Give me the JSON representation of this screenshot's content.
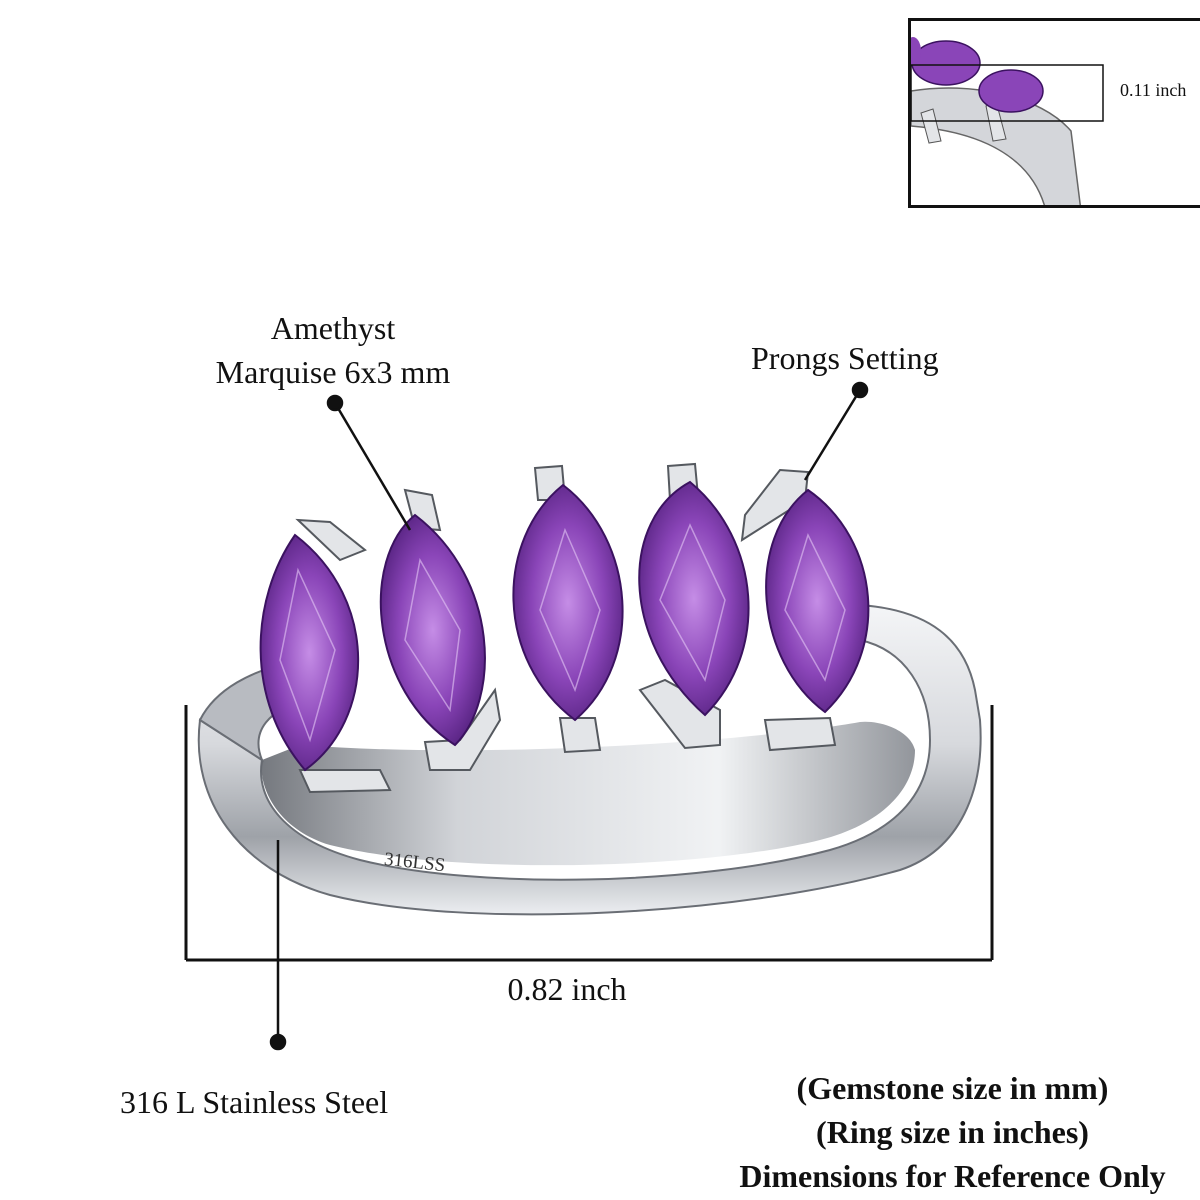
{
  "callouts": {
    "gemstone_line1": "Amethyst",
    "gemstone_line2": "Marquise 6x3 mm",
    "setting": "Prongs Setting",
    "metal": "316 L Stainless Steel"
  },
  "dimensions": {
    "width": "0.82 inch",
    "height": "0.11 inch"
  },
  "engraving": "316LSS",
  "notes": {
    "line1": "(Gemstone size in mm)",
    "line2": "(Ring size in inches)",
    "line3": "Dimensions for Reference Only"
  },
  "colors": {
    "amethyst": "#7b3aa8",
    "amethyst_light": "#a267c9",
    "steel": "#d9dbdf",
    "steel_dark": "#5d6168",
    "line": "#111111"
  }
}
